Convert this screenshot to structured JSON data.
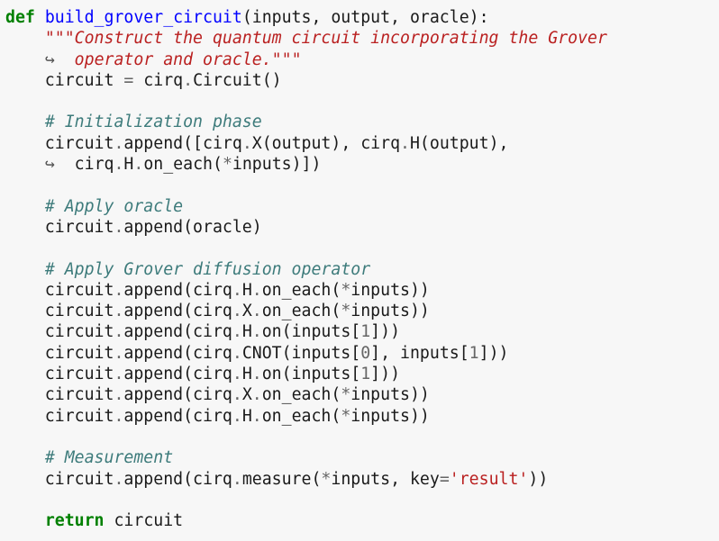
{
  "code": {
    "lines": [
      [
        {
          "t": "kw",
          "v": "def"
        },
        {
          "t": "txt",
          "v": " "
        },
        {
          "t": "fn",
          "v": "build_grover_circuit"
        },
        {
          "t": "txt",
          "v": "(inputs, output, oracle):"
        }
      ],
      [
        {
          "t": "txt",
          "v": "    "
        },
        {
          "t": "doc",
          "v": "\"\"\"Construct the quantum circuit incorporating the Grover"
        }
      ],
      [
        {
          "t": "txt",
          "v": "    "
        },
        {
          "t": "cont",
          "v": "↪"
        },
        {
          "t": "txt",
          "v": "  "
        },
        {
          "t": "doc",
          "v": "operator and oracle.\"\"\""
        }
      ],
      [
        {
          "t": "txt",
          "v": "    circuit "
        },
        {
          "t": "op",
          "v": "="
        },
        {
          "t": "txt",
          "v": " cirq"
        },
        {
          "t": "op",
          "v": "."
        },
        {
          "t": "txt",
          "v": "Circuit()"
        }
      ],
      [],
      [
        {
          "t": "txt",
          "v": "    "
        },
        {
          "t": "cm",
          "v": "# Initialization phase"
        }
      ],
      [
        {
          "t": "txt",
          "v": "    circuit"
        },
        {
          "t": "op",
          "v": "."
        },
        {
          "t": "txt",
          "v": "append([cirq"
        },
        {
          "t": "op",
          "v": "."
        },
        {
          "t": "txt",
          "v": "X(output), cirq"
        },
        {
          "t": "op",
          "v": "."
        },
        {
          "t": "txt",
          "v": "H(output),"
        }
      ],
      [
        {
          "t": "txt",
          "v": "    "
        },
        {
          "t": "cont",
          "v": "↪"
        },
        {
          "t": "txt",
          "v": "  cirq"
        },
        {
          "t": "op",
          "v": "."
        },
        {
          "t": "txt",
          "v": "H"
        },
        {
          "t": "op",
          "v": "."
        },
        {
          "t": "txt",
          "v": "on_each("
        },
        {
          "t": "op",
          "v": "*"
        },
        {
          "t": "txt",
          "v": "inputs)])"
        }
      ],
      [],
      [
        {
          "t": "txt",
          "v": "    "
        },
        {
          "t": "cm",
          "v": "# Apply oracle"
        }
      ],
      [
        {
          "t": "txt",
          "v": "    circuit"
        },
        {
          "t": "op",
          "v": "."
        },
        {
          "t": "txt",
          "v": "append(oracle)"
        }
      ],
      [],
      [
        {
          "t": "txt",
          "v": "    "
        },
        {
          "t": "cm",
          "v": "# Apply Grover diffusion operator"
        }
      ],
      [
        {
          "t": "txt",
          "v": "    circuit"
        },
        {
          "t": "op",
          "v": "."
        },
        {
          "t": "txt",
          "v": "append(cirq"
        },
        {
          "t": "op",
          "v": "."
        },
        {
          "t": "txt",
          "v": "H"
        },
        {
          "t": "op",
          "v": "."
        },
        {
          "t": "txt",
          "v": "on_each("
        },
        {
          "t": "op",
          "v": "*"
        },
        {
          "t": "txt",
          "v": "inputs))"
        }
      ],
      [
        {
          "t": "txt",
          "v": "    circuit"
        },
        {
          "t": "op",
          "v": "."
        },
        {
          "t": "txt",
          "v": "append(cirq"
        },
        {
          "t": "op",
          "v": "."
        },
        {
          "t": "txt",
          "v": "X"
        },
        {
          "t": "op",
          "v": "."
        },
        {
          "t": "txt",
          "v": "on_each("
        },
        {
          "t": "op",
          "v": "*"
        },
        {
          "t": "txt",
          "v": "inputs))"
        }
      ],
      [
        {
          "t": "txt",
          "v": "    circuit"
        },
        {
          "t": "op",
          "v": "."
        },
        {
          "t": "txt",
          "v": "append(cirq"
        },
        {
          "t": "op",
          "v": "."
        },
        {
          "t": "txt",
          "v": "H"
        },
        {
          "t": "op",
          "v": "."
        },
        {
          "t": "txt",
          "v": "on(inputs["
        },
        {
          "t": "num",
          "v": "1"
        },
        {
          "t": "txt",
          "v": "]))"
        }
      ],
      [
        {
          "t": "txt",
          "v": "    circuit"
        },
        {
          "t": "op",
          "v": "."
        },
        {
          "t": "txt",
          "v": "append(cirq"
        },
        {
          "t": "op",
          "v": "."
        },
        {
          "t": "txt",
          "v": "CNOT(inputs["
        },
        {
          "t": "num",
          "v": "0"
        },
        {
          "t": "txt",
          "v": "], inputs["
        },
        {
          "t": "num",
          "v": "1"
        },
        {
          "t": "txt",
          "v": "]))"
        }
      ],
      [
        {
          "t": "txt",
          "v": "    circuit"
        },
        {
          "t": "op",
          "v": "."
        },
        {
          "t": "txt",
          "v": "append(cirq"
        },
        {
          "t": "op",
          "v": "."
        },
        {
          "t": "txt",
          "v": "H"
        },
        {
          "t": "op",
          "v": "."
        },
        {
          "t": "txt",
          "v": "on(inputs["
        },
        {
          "t": "num",
          "v": "1"
        },
        {
          "t": "txt",
          "v": "]))"
        }
      ],
      [
        {
          "t": "txt",
          "v": "    circuit"
        },
        {
          "t": "op",
          "v": "."
        },
        {
          "t": "txt",
          "v": "append(cirq"
        },
        {
          "t": "op",
          "v": "."
        },
        {
          "t": "txt",
          "v": "X"
        },
        {
          "t": "op",
          "v": "."
        },
        {
          "t": "txt",
          "v": "on_each("
        },
        {
          "t": "op",
          "v": "*"
        },
        {
          "t": "txt",
          "v": "inputs))"
        }
      ],
      [
        {
          "t": "txt",
          "v": "    circuit"
        },
        {
          "t": "op",
          "v": "."
        },
        {
          "t": "txt",
          "v": "append(cirq"
        },
        {
          "t": "op",
          "v": "."
        },
        {
          "t": "txt",
          "v": "H"
        },
        {
          "t": "op",
          "v": "."
        },
        {
          "t": "txt",
          "v": "on_each("
        },
        {
          "t": "op",
          "v": "*"
        },
        {
          "t": "txt",
          "v": "inputs))"
        }
      ],
      [],
      [
        {
          "t": "txt",
          "v": "    "
        },
        {
          "t": "cm",
          "v": "# Measurement"
        }
      ],
      [
        {
          "t": "txt",
          "v": "    circuit"
        },
        {
          "t": "op",
          "v": "."
        },
        {
          "t": "txt",
          "v": "append(cirq"
        },
        {
          "t": "op",
          "v": "."
        },
        {
          "t": "txt",
          "v": "measure("
        },
        {
          "t": "op",
          "v": "*"
        },
        {
          "t": "txt",
          "v": "inputs, key"
        },
        {
          "t": "op",
          "v": "="
        },
        {
          "t": "str",
          "v": "'result'"
        },
        {
          "t": "txt",
          "v": "))"
        }
      ],
      [],
      [
        {
          "t": "txt",
          "v": "    "
        },
        {
          "t": "kw",
          "v": "return"
        },
        {
          "t": "txt",
          "v": " circuit"
        }
      ]
    ]
  },
  "colors": {
    "background": "#f7f7f7",
    "keyword": "#008000",
    "function": "#0000ff",
    "docstring": "#ba2121",
    "comment": "#3d7b7b",
    "string": "#ba2121",
    "operator": "#666666"
  }
}
